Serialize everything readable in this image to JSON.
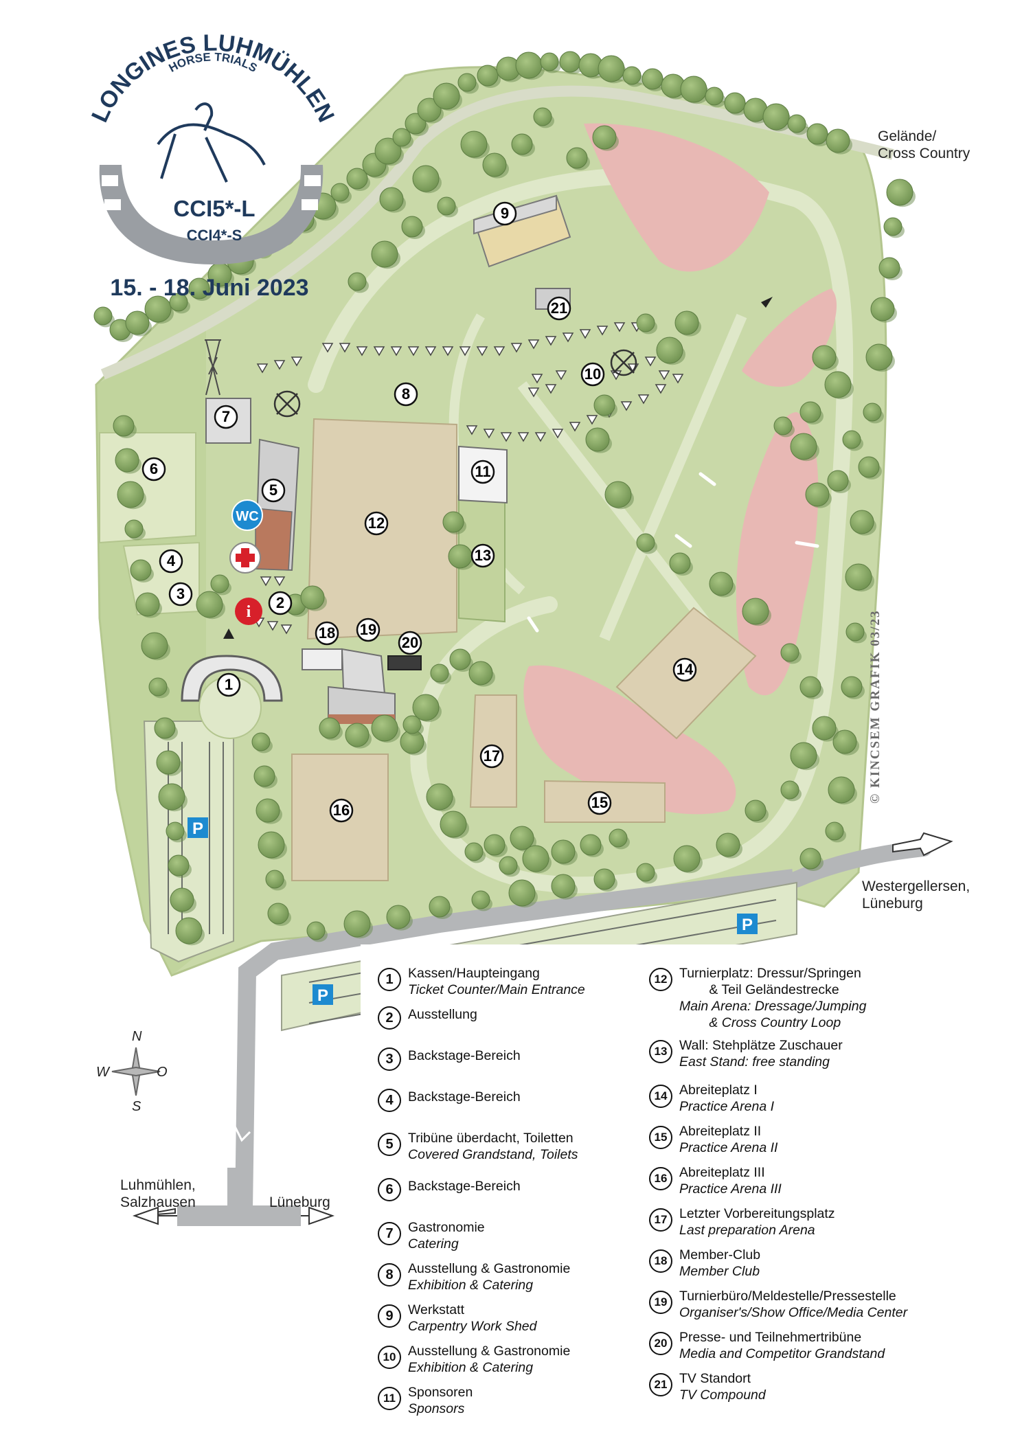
{
  "logo": {
    "line1": "LONGINES LUHMÜHLEN",
    "line2": "HORSE TRIALS",
    "class1": "CCI5*-L",
    "class2": "CCI4*-S",
    "dates": "15. - 18. Juni 2023"
  },
  "map_labels": {
    "cross_country": [
      "Gelände/",
      "Cross Country"
    ],
    "east": [
      "Westergellersen,",
      "Lüneburg"
    ],
    "southwest": [
      "Luhmühlen,",
      "Salzhausen"
    ],
    "south": "Lüneburg",
    "credit": "© KINCSEM GRAFIK 03/23",
    "parking": "P",
    "wc": "WC",
    "info": "i"
  },
  "compass": {
    "n": "N",
    "s": "S",
    "w": "W",
    "o": "O"
  },
  "markers": [
    "1",
    "2",
    "3",
    "4",
    "5",
    "6",
    "7",
    "8",
    "9",
    "10",
    "11",
    "12",
    "13",
    "14",
    "15",
    "16",
    "17",
    "18",
    "19",
    "20",
    "21"
  ],
  "legend": [
    {
      "num": "1",
      "de": "Kassen/Haupteingang",
      "en": "Ticket Counter/Main Entrance"
    },
    {
      "num": "2",
      "de": "Ausstellung",
      "en": ""
    },
    {
      "num": "3",
      "de": "Backstage-Bereich",
      "en": ""
    },
    {
      "num": "4",
      "de": "Backstage-Bereich",
      "en": ""
    },
    {
      "num": "5",
      "de": "Tribüne überdacht, Toiletten",
      "en": "Covered Grandstand, Toilets"
    },
    {
      "num": "6",
      "de": "Backstage-Bereich",
      "en": ""
    },
    {
      "num": "7",
      "de": "Gastronomie",
      "en": "Catering"
    },
    {
      "num": "8",
      "de": "Ausstellung & Gastronomie",
      "en": "Exhibition & Catering"
    },
    {
      "num": "9",
      "de": "Werkstatt",
      "en": "Carpentry Work Shed"
    },
    {
      "num": "10",
      "de": "Ausstellung & Gastronomie",
      "en": "Exhibition & Catering"
    },
    {
      "num": "11",
      "de": "Sponsoren",
      "en": "Sponsors"
    },
    {
      "num": "12",
      "de": "Turnierplatz: Dressur/Springen\n        & Teil Geländestrecke",
      "en": "Main Arena: Dressage/Jumping\n        & Cross Country Loop"
    },
    {
      "num": "13",
      "de": "Wall: Stehplätze Zuschauer",
      "en": "East Stand: free standing"
    },
    {
      "num": "14",
      "de": "Abreiteplatz I",
      "en": "Practice Arena I"
    },
    {
      "num": "15",
      "de": "Abreiteplatz II",
      "en": "Practice Arena II"
    },
    {
      "num": "16",
      "de": "Abreiteplatz III",
      "en": "Practice Arena III"
    },
    {
      "num": "17",
      "de": "Letzter Vorbereitungsplatz",
      "en": "Last preparation Arena"
    },
    {
      "num": "18",
      "de": "Member-Club",
      "en": "Member Club"
    },
    {
      "num": "19",
      "de": "Turnierbüro/Meldestelle/Pressestelle",
      "en": "Organiser's/Show Office/Media Center"
    },
    {
      "num": "20",
      "de": "Presse- und Teilnehmertribüne",
      "en": "Media and Competitor Grandstand"
    },
    {
      "num": "21",
      "de": "TV Standort",
      "en": "TV Compound"
    }
  ],
  "colors": {
    "grass": "#c9d9a8",
    "grass_dark": "#a9c285",
    "path": "#dde6c7",
    "arena": "#dcd0b2",
    "pink": "#e8b8b4",
    "tree": "#8fae6c",
    "tree_dark": "#6b8c4f",
    "road": "#b4b6b8",
    "logo_blue": "#1f3a5c",
    "logo_grey": "#9a9ea3",
    "parking_blue": "#1d8ad0",
    "cross_red": "#d7202a"
  }
}
